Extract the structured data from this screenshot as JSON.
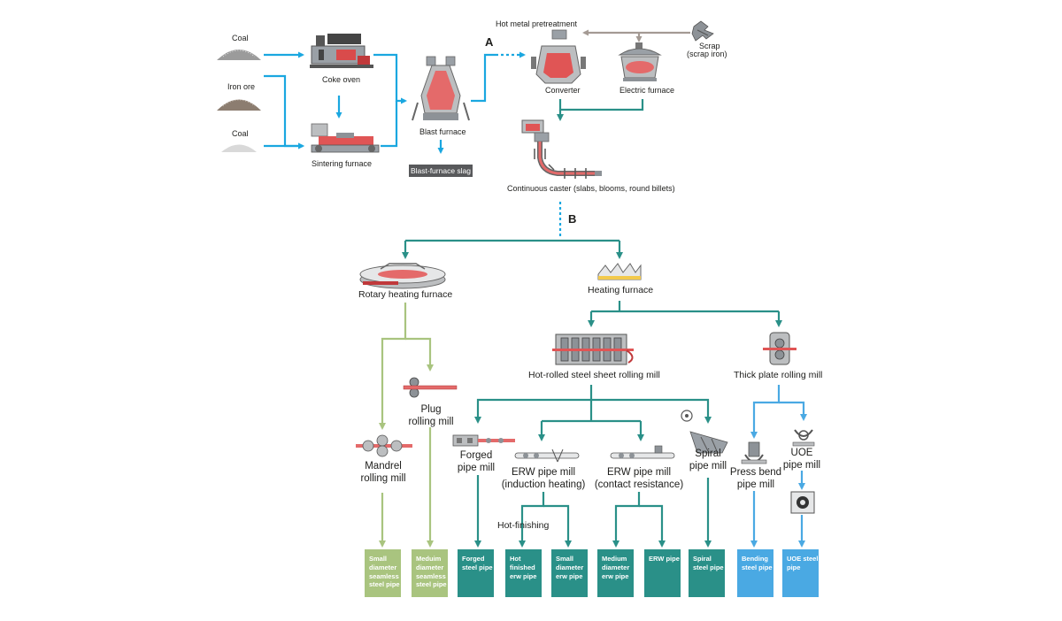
{
  "colors": {
    "cyan": "#1aa7e0",
    "teal": "#2a9088",
    "green": "#a9c47f",
    "blue": "#4aa9e3",
    "grey_arrow": "#a49a94",
    "slag_box": "#58595b"
  },
  "upstream": {
    "coal_top": "Coal",
    "iron_ore": "Iron ore",
    "coal_bottom": "Coal",
    "coke_oven": "Coke oven",
    "sintering_furnace": "Sintering furnace",
    "blast_furnace": "Blast furnace",
    "blast_furnace_slag": "Blast-furnace slag",
    "label_a": "A",
    "hot_metal_pretreatment": "Hot metal pretreatment",
    "converter": "Converter",
    "electric_furnace": "Electric furnace",
    "scrap": "Scrap",
    "scrap_iron": "(scrap iron)",
    "continuous_caster": "Continuous caster (slabs, blooms, round billets)",
    "label_b": "B"
  },
  "heating": {
    "rotary_heating_furnace": "Rotary heating furnace",
    "heating_furnace": "Heating furnace"
  },
  "mills": {
    "hot_rolled_sheet_mill": "Hot-rolled steel sheet rolling mill",
    "thick_plate_mill": "Thick plate rolling mill",
    "plug_line1": "Plug",
    "plug_line2": "rolling mill",
    "mandrel_line1": "Mandrel",
    "mandrel_line2": "rolling mill",
    "forged_line1": "Forged",
    "forged_line2": "pipe mill",
    "erw_induction_line1": "ERW pipe mill",
    "erw_induction_line2": "(induction heating)",
    "erw_contact_line1": "ERW pipe mill",
    "erw_contact_line2": "(contact resistance)",
    "spiral_line1": "Spiral",
    "spiral_line2": "pipe mill",
    "press_bend_line1": "Press bend",
    "press_bend_line2": "pipe mill",
    "uoe_line1": "UOE",
    "uoe_line2": "pipe mill",
    "hot_finishing": "Hot-finishing"
  },
  "products": [
    {
      "text": "Small diameter seamless steel pipe"
    },
    {
      "text": "Meduim diameter seamless steel pipe"
    },
    {
      "text": "Forged steel pipe"
    },
    {
      "text": "Hot finished erw pipe"
    },
    {
      "text": "Small diameter erw pipe"
    },
    {
      "text": "Medium diameter erw pipe"
    },
    {
      "text": "ERW pipe"
    },
    {
      "text": "Spiral steel pipe"
    },
    {
      "text": "Bending steel pipe"
    },
    {
      "text": "UOE steel pipe"
    }
  ]
}
